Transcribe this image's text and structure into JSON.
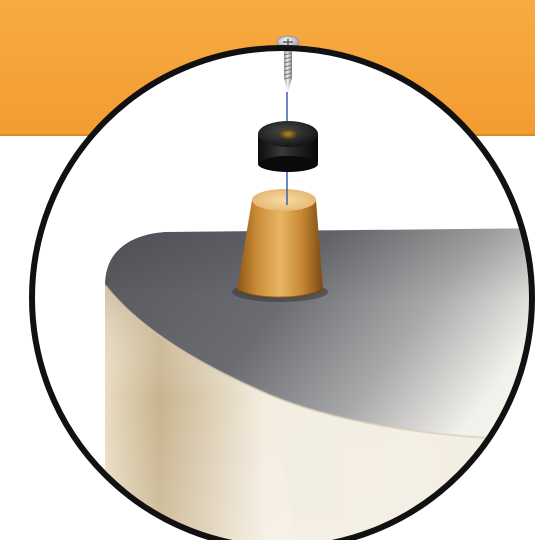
{
  "illustration": {
    "subject": "furniture-leg-bumper-assembly",
    "parts": [
      "screw",
      "rubber-bumper",
      "wooden-leg",
      "table-corner"
    ],
    "colors": {
      "banner_orange": "#f5a43a",
      "banner_shadow": "#e0892a",
      "frame_ring": "#111111",
      "tabletop_grey": "#5b5d63",
      "tabletop_edge": "#efe6d4",
      "wood_light": "#f2c27a",
      "wood_dark": "#8a5a1c",
      "rubber_black": "#1a1a1a",
      "screw_silver": "#c9ccd1",
      "guide_line_blue": "#3a5fae"
    }
  }
}
